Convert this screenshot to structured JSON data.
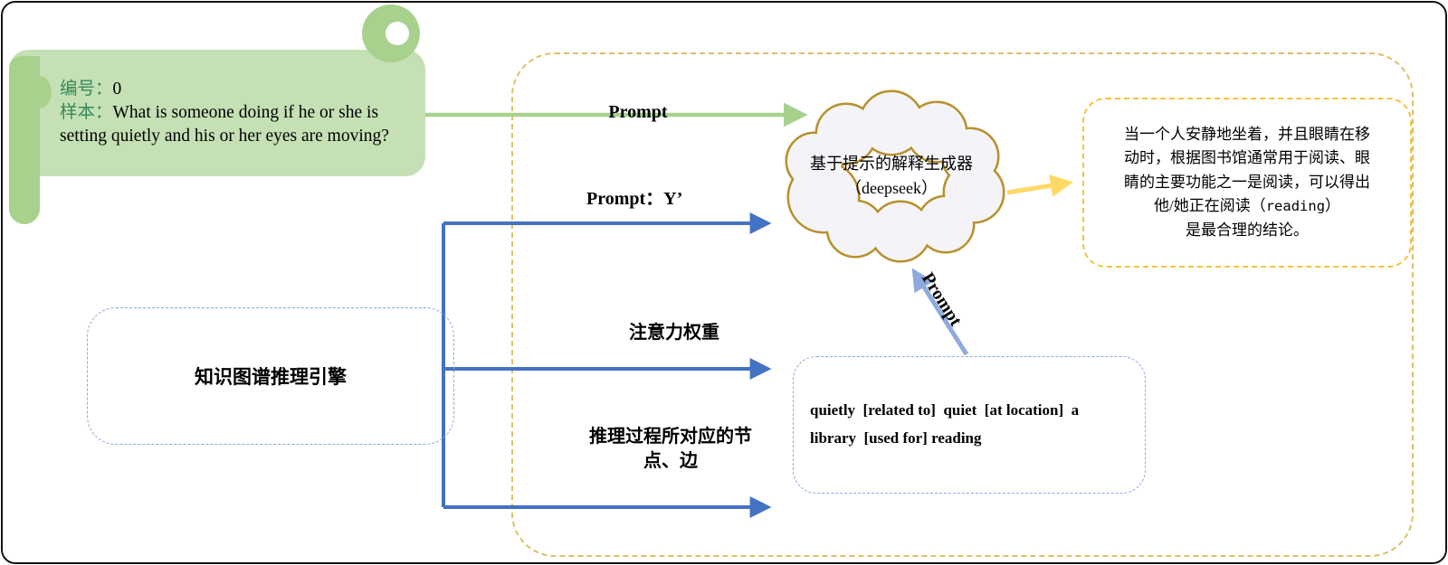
{
  "banner": {
    "id_label": "编号：",
    "id_value": "0",
    "sample_label": "样本：",
    "sample_text": "What is someone doing if he or she is setting quietly and his or her eyes are moving?"
  },
  "cloud": {
    "text": "基于提示的解释生成器\n（deepseek）"
  },
  "kg_engine": {
    "label": "知识图谱推理引擎"
  },
  "triples_box": {
    "text": "quietly  [related to]  quiet  [at location]  a\nlibrary  [used for] reading"
  },
  "output_box": {
    "line1": "当一个人安静地坐着，并且眼睛在移",
    "line2": "动时，根据图书馆通常用于阅读、眼",
    "line3": "睛的主要功能之一是阅读，可以得出",
    "line4_pre": "他/她正在阅读（",
    "line4_mono": "reading",
    "line4_post": "）",
    "line5": "是最合理的结论。"
  },
  "labels": {
    "prompt_top": "Prompt",
    "prompt_y": "Prompt：Y’",
    "attention": "注意力权重",
    "nodes_edges": "推理过程所对应的节\n点、边",
    "prompt_diagonal": "Prompt"
  },
  "colors": {
    "banner_fill": "#c5e0b4",
    "banner_accent": "#a9d18e",
    "label_green": "#338a5e",
    "arrow_blue": "#4472c4",
    "arrow_steel_blue": "#8faadc",
    "arrow_yellow": "#ffd966",
    "cloud_outline": "#b8912d",
    "container_dash_gold": "#dcc06a",
    "box_dash_blue": "#8eaadb",
    "output_box_dash_yellow": "#f3c33c"
  }
}
